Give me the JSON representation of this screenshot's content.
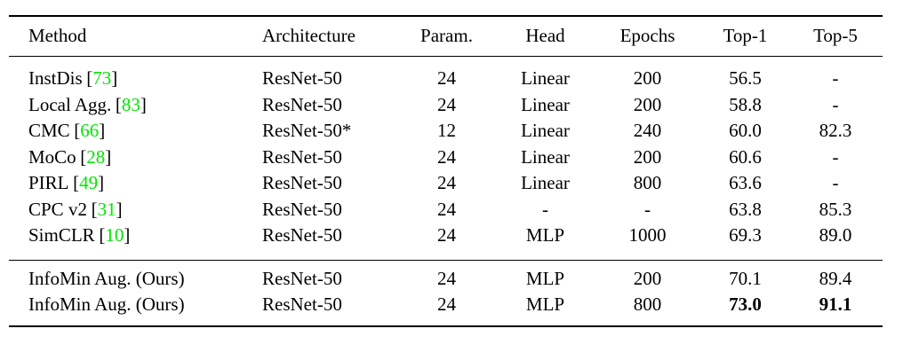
{
  "colors": {
    "citation_green": "#00e600",
    "text": "#000000",
    "background": "#ffffff"
  },
  "table": {
    "headers": [
      "Method",
      "Architecture",
      "Param.",
      "Head",
      "Epochs",
      "Top-1",
      "Top-5"
    ],
    "citation": {
      "open": "[",
      "close": "]"
    },
    "rows": [
      {
        "method": "InstDis",
        "cite": "73",
        "arch": "ResNet-50",
        "param": "24",
        "head": "Linear",
        "epochs": "200",
        "top1": "56.5",
        "top5": "-"
      },
      {
        "method": "Local Agg.",
        "cite": "83",
        "arch": "ResNet-50",
        "param": "24",
        "head": "Linear",
        "epochs": "200",
        "top1": "58.8",
        "top5": "-"
      },
      {
        "method": "CMC",
        "cite": "66",
        "arch": "ResNet-50*",
        "param": "12",
        "head": "Linear",
        "epochs": "240",
        "top1": "60.0",
        "top5": "82.3"
      },
      {
        "method": "MoCo",
        "cite": "28",
        "arch": "ResNet-50",
        "param": "24",
        "head": "Linear",
        "epochs": "200",
        "top1": "60.6",
        "top5": "-"
      },
      {
        "method": "PIRL",
        "cite": "49",
        "arch": "ResNet-50",
        "param": "24",
        "head": "Linear",
        "epochs": "800",
        "top1": "63.6",
        "top5": "-"
      },
      {
        "method": "CPC v2",
        "cite": "31",
        "arch": "ResNet-50",
        "param": "24",
        "head": "-",
        "epochs": "-",
        "top1": "63.8",
        "top5": "85.3"
      },
      {
        "method": "SimCLR",
        "cite": "10",
        "arch": "ResNet-50",
        "param": "24",
        "head": "MLP",
        "epochs": "1000",
        "top1": "69.3",
        "top5": "89.0"
      },
      {
        "method": "InfoMin Aug. (Ours)",
        "cite": "",
        "arch": "ResNet-50",
        "param": "24",
        "head": "MLP",
        "epochs": "200",
        "top1": "70.1",
        "top5": "89.4"
      },
      {
        "method": "InfoMin Aug. (Ours)",
        "cite": "",
        "arch": "ResNet-50",
        "param": "24",
        "head": "MLP",
        "epochs": "800",
        "top1": "73.0",
        "top5": "91.1"
      }
    ]
  }
}
